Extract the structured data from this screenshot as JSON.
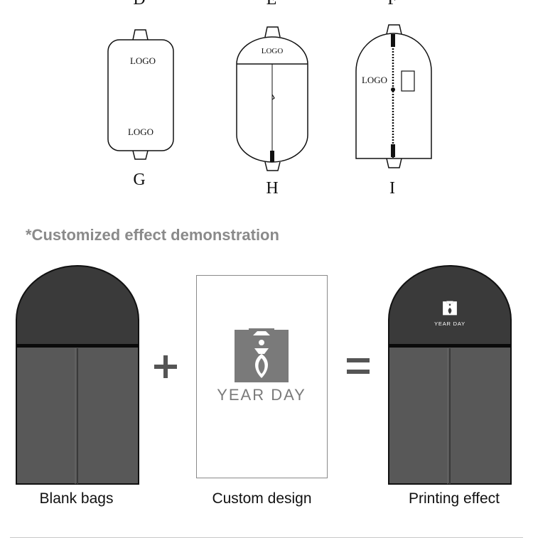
{
  "top_letters": [
    "D",
    "E",
    "F"
  ],
  "variants": [
    {
      "letter": "G",
      "logo_text": [
        "LOGO",
        "LOGO"
      ]
    },
    {
      "letter": "H",
      "logo_text": [
        "LOGO"
      ]
    },
    {
      "letter": "I",
      "logo_text": [
        "LOGO"
      ]
    }
  ],
  "section_title": "*Customized effect demonstration",
  "demo": {
    "operator_plus": "+",
    "operator_equals": "=",
    "design_brand": "YEAR DAY",
    "printed_brand": "YEAR DAY",
    "captions": [
      "Blank bags",
      "Custom design",
      "Printing effect"
    ]
  },
  "colors": {
    "bag_top": "#3a3a3a",
    "bag_body": "#585858",
    "title_gray": "#8a8a8a",
    "logo_gray": "#7a7a7a"
  }
}
